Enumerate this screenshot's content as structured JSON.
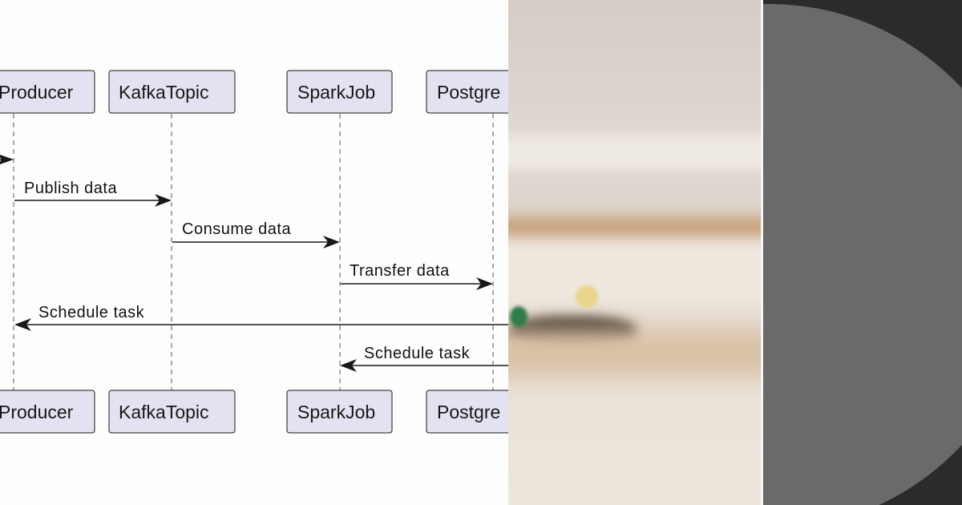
{
  "diagram": {
    "participants": [
      "Producer",
      "KafkaTopic",
      "SparkJob",
      "Postgre"
    ],
    "messages": [
      {
        "label": "",
        "from": "",
        "to": "Producer"
      },
      {
        "label": "Publish data",
        "from": "Producer",
        "to": "KafkaTopic"
      },
      {
        "label": "Consume data",
        "from": "KafkaTopic",
        "to": "SparkJob"
      },
      {
        "label": "Transfer data",
        "from": "SparkJob",
        "to": "Postgre"
      },
      {
        "label": "Schedule task",
        "from": "",
        "to": "Producer"
      },
      {
        "label": "Schedule task",
        "from": "",
        "to": "SparkJob"
      }
    ]
  },
  "photo": {
    "subject": "blurred-map-with-pins"
  },
  "colors": {
    "participant_fill": "#e2e2f0",
    "line": "#181818",
    "photo_tone": "#e6ddd3",
    "dark_panel": "#2b2b2b",
    "disc": "#6a6a6a"
  }
}
